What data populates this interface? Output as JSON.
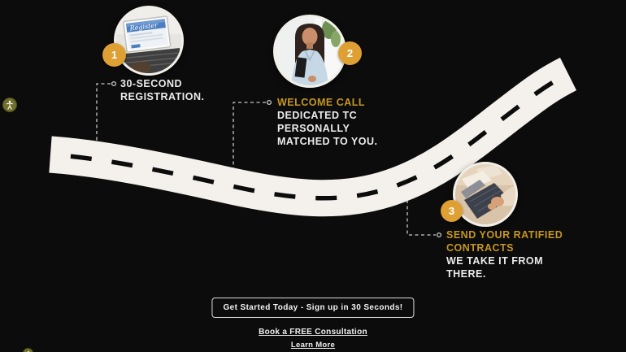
{
  "theme": {
    "background": "#0c0c0c",
    "road_color": "#f4f1ec",
    "badge_gold": "#dfa033",
    "gold_text": "#c6961f",
    "body_text": "#ececec",
    "widget_olive": "#70702c"
  },
  "steps": [
    {
      "number": "1",
      "image": "laptop-register-photo",
      "image_text": "Register",
      "lines": {
        "l1": "30-SECOND",
        "l2": "REGISTRATION."
      }
    },
    {
      "number": "2",
      "image": "welcome-call-woman-photo",
      "gold_lines": {
        "l1": "WELCOME CALL"
      },
      "lines": {
        "l1": "DEDICATED TC",
        "l2": "PERSONALLY",
        "l3": "MATCHED TO YOU."
      }
    },
    {
      "number": "3",
      "image": "ratified-contracts-photo",
      "gold_lines": {
        "l1": "SEND YOUR RATIFIED",
        "l2": "CONTRACTS"
      },
      "lines": {
        "l1": "WE TAKE IT FROM",
        "l2": "THERE."
      }
    }
  ],
  "cta": {
    "button_label": "Get Started Today - Sign up in 30 Seconds!",
    "consultation_link": "Book a FREE Consultation",
    "learn_more_link": "Learn More"
  }
}
